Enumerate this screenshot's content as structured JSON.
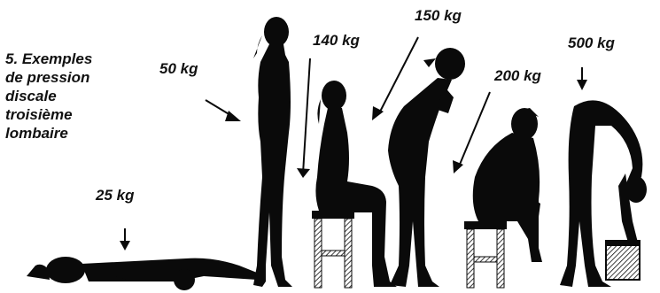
{
  "title_lines": [
    "5. Exemples",
    "de pression",
    "discale",
    "troisième",
    "lombaire"
  ],
  "labels": {
    "lying": "25 kg",
    "standing": "50 kg",
    "sitting_upright": "140 kg",
    "standing_bent": "150 kg",
    "sitting_bent": "200 kg",
    "bending_forward": "500 kg"
  },
  "colors": {
    "figure": "#0a0a0a",
    "background": "#ffffff"
  }
}
